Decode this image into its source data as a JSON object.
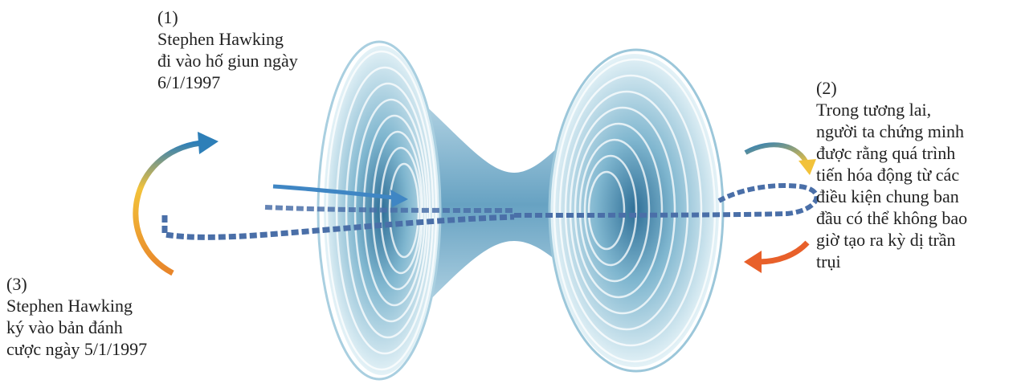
{
  "annotations": [
    {
      "number": "(1)",
      "lines": [
        "Stephen Hawking",
        "đi vào hố giun ngày",
        "6/1/1997"
      ]
    },
    {
      "number": "(2)",
      "lines": [
        "Trong tương lai,",
        "người ta chứng minh",
        "được rằng quá trình",
        "tiến hóa động từ các",
        "điều kiện chung ban",
        "đầu có thể không bao",
        "giờ tạo ra kỳ dị trần",
        "trụi"
      ]
    },
    {
      "number": "(3)",
      "lines": [
        "Stephen Hawking",
        "ký vào bản đánh",
        "cược ngày 5/1/1997"
      ]
    }
  ],
  "colors": {
    "funnel_light": "#dbeef5",
    "funnel_mid": "#8cc3d8",
    "funnel_dark": "#3f7fa3",
    "path": "#4a6fa8",
    "arrow_blue": "#2e7fb8",
    "arrow_yellow": "#f2c23a",
    "arrow_orange": "#e8602a"
  }
}
